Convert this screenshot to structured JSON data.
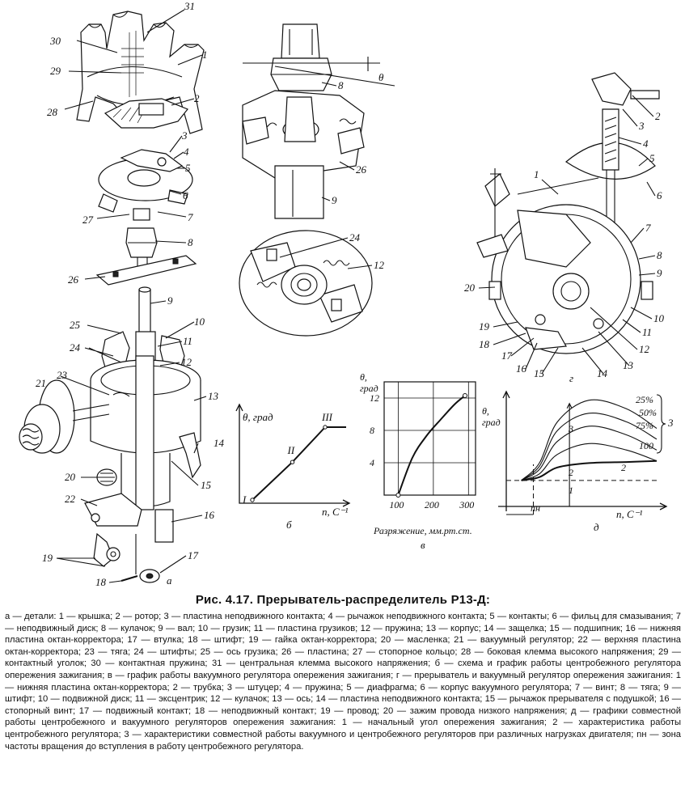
{
  "figure": {
    "title": "Рис. 4.17. Прерыватель-распределитель Р13-Д:",
    "legend": "а — детали: 1 — крышка; 2 — ротор; 3 — пластина неподвижного контакта; 4 — рычажок неподвижного контакта; 5 — контакты; 6 — фильц для смазывания; 7 — неподвижный диск; 8 — кулачок; 9 — вал; 10 — грузик; 11 — пластина грузиков; 12 — пружина; 13 — корпус; 14 — защелка; 15 — подшипник; 16 — нижняя пластина октан-корректора; 17 — втулка; 18 — штифт; 19 — гайка октан-корректора; 20 — масленка; 21 — вакуумный регулятор; 22 — верхняя пластина октан-корректора; 23 — тяга; 24 — штифты; 25 — ось грузика; 26 — пластина; 27 — стопорное кольцо; 28 — боковая клемма высокого напряжения; 29 — контактный уголок; 30 — контактная пружина; 31 — центральная клемма высокого напряжения; б — схема и график работы центробежного регулятора опережения зажигания; в — график работы вакуумного регулятора опережения зажигания; г — прерыватель и вакуумный регулятор опережения зажигания: 1 — нижняя пластина октан-корректора; 2 — трубка; 3 — штуцер; 4 — пружина; 5 — диафрагма; 6 — корпус вакуумного регулятора; 7 — винт; 8 — тяга; 9 — штифт; 10 — подвижной диск; 11 — эксцентрик; 12 — кулачок; 13 — ось; 14 — пластина неподвижного контакта; 15 — рычажок прерывателя с подушкой; 16 — стопорный винт; 17 — подвижный контакт; 18 — неподвижный контакт; 19 — провод; 20 — зажим провода низкого напряжения; д — графики совместной работы центробежного и вакуумного регуляторов опережения зажигания: 1 — начальный угол опережения зажигания; 2 — характеристика работы центробежного регулятора; 3 — характеристики совместной работы вакуумного и центробежного регуляторов при различных нагрузках двигателя; nн — зона частоты вращения до вступления в работу центробежного регулятора."
  },
  "panels": {
    "a": {
      "letter": "а",
      "callouts": [
        "31",
        "30",
        "29",
        "1",
        "28",
        "2",
        "3",
        "4",
        "5",
        "6",
        "27",
        "7",
        "8",
        "26",
        "9",
        "25",
        "10",
        "24",
        "11",
        "12",
        "23",
        "13",
        "21",
        "14",
        "20",
        "15",
        "22",
        "16",
        "19",
        "17",
        "18"
      ]
    },
    "top_center": {
      "angle_label": "θ",
      "callouts": [
        "8",
        "26",
        "9",
        "24",
        "12"
      ]
    },
    "g": {
      "letter": "г",
      "callouts": [
        "2",
        "3",
        "4",
        "1",
        "5",
        "6",
        "7",
        "8",
        "9",
        "20",
        "10",
        "19",
        "11",
        "18",
        "12",
        "17",
        "16",
        "15",
        "14",
        "13"
      ]
    },
    "b": {
      "letter": "б",
      "ylabel": "θ, град",
      "xlabel": "n, С⁻¹",
      "points": [
        "I",
        "II",
        "III"
      ]
    },
    "v": {
      "letter": "в",
      "ylabel_symbol": "θ,",
      "ylabel_unit": "град",
      "xlabel": "Разряжение, мм.рт.ст."
    },
    "d": {
      "letter": "д",
      "ylabel_symbol": "θ,",
      "ylabel_unit": "град",
      "xlabel": "n, С⁻¹",
      "zone_label": "nн",
      "curve_labels": [
        "25%",
        "50%",
        "75%",
        "100"
      ],
      "group_label": "3",
      "segment_labels": [
        "3",
        "2",
        "1"
      ],
      "centrifugal_label": "2"
    }
  },
  "chart_data": [
    {
      "type": "line",
      "title": "",
      "xlabel": "n, С⁻¹",
      "ylabel": "θ, град",
      "x": [
        0,
        0.55,
        1.0
      ],
      "y": [
        0,
        0.52,
        1.0
      ],
      "point_labels": [
        "I",
        "II",
        "III"
      ],
      "axis_ticks": "none",
      "grid": false
    },
    {
      "type": "line",
      "title": "",
      "xlabel": "Разряжение, мм.рт.ст.",
      "ylabel": "θ, град",
      "xticks": [
        100,
        200,
        300
      ],
      "yticks": [
        4,
        8,
        12
      ],
      "xlim": [
        60,
        320
      ],
      "ylim": [
        0,
        14
      ],
      "x": [
        100,
        140,
        180,
        220,
        260,
        290
      ],
      "y": [
        0,
        4.6,
        7.3,
        9.3,
        11.2,
        12.3
      ],
      "grid": true
    },
    {
      "type": "line",
      "title": "",
      "xlabel": "n, С⁻¹",
      "ylabel": "θ, град",
      "series": [
        {
          "name": "25%",
          "x": [
            0.1,
            0.22,
            0.34,
            0.55,
            0.8,
            1.0
          ],
          "y": [
            0.24,
            0.4,
            0.78,
            0.98,
            0.9,
            0.72
          ]
        },
        {
          "name": "50%",
          "x": [
            0.1,
            0.22,
            0.34,
            0.55,
            0.8,
            1.0
          ],
          "y": [
            0.24,
            0.37,
            0.7,
            0.86,
            0.78,
            0.62
          ]
        },
        {
          "name": "75%",
          "x": [
            0.1,
            0.22,
            0.34,
            0.55,
            0.8,
            1.0
          ],
          "y": [
            0.24,
            0.34,
            0.6,
            0.74,
            0.66,
            0.52
          ]
        },
        {
          "name": "100",
          "x": [
            0.1,
            0.22,
            0.34,
            0.55,
            0.8,
            1.0
          ],
          "y": [
            0.24,
            0.3,
            0.48,
            0.58,
            0.52,
            0.42
          ]
        },
        {
          "name": "2",
          "x": [
            0.1,
            0.22,
            0.34,
            0.55,
            0.8,
            1.0
          ],
          "y": [
            0.24,
            0.27,
            0.36,
            0.4,
            0.41,
            0.42
          ]
        }
      ],
      "initial_angle_level": 0.24,
      "zone_label": "nн",
      "grid": false
    }
  ]
}
